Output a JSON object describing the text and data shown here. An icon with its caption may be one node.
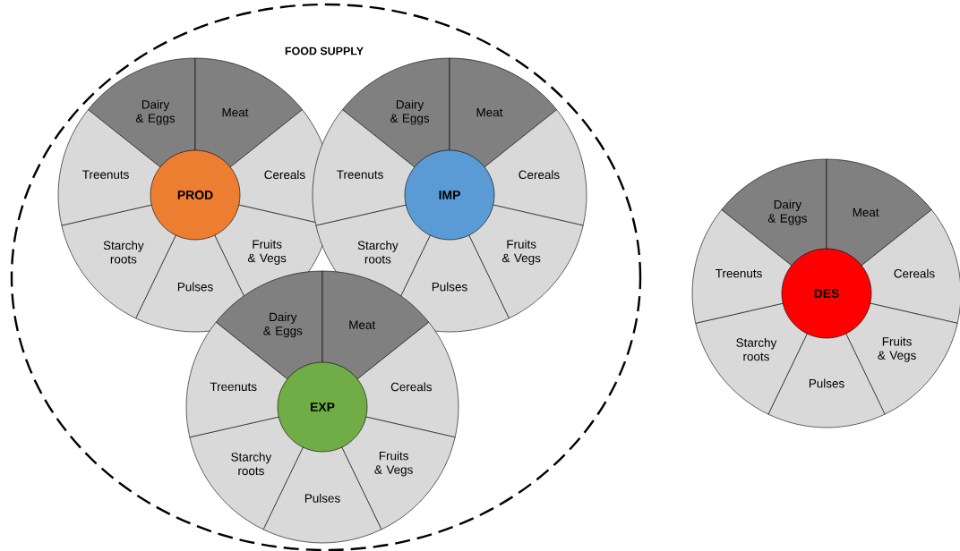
{
  "diagram": {
    "nodes": [
      {
        "text": [
          "FOOD SUPPLY"
        ]
      },
      {
        "text": [
          "PROD"
        ],
        "in": 0
      },
      {
        "text": [
          "Dairy & Eggs"
        ],
        "in": 0
      },
      {
        "text": [
          "Meat"
        ],
        "in": 0
      },
      {
        "text": [
          "Cereals"
        ],
        "in": 0
      },
      {
        "text": [
          "Fruits & Vegs"
        ],
        "in": 0
      },
      {
        "text": [
          "Pulses"
        ],
        "in": 0
      },
      {
        "text": [
          "Starchy roots"
        ],
        "in": 0
      },
      {
        "text": [
          "Treenuts"
        ],
        "in": 0
      },
      {
        "text": [
          "IMP"
        ],
        "in": 0
      },
      {
        "text": [
          "Dairy & Eggs"
        ],
        "in": 0
      },
      {
        "text": [
          "Meat"
        ],
        "in": 0
      },
      {
        "text": [
          "Cereals"
        ],
        "in": 0
      },
      {
        "text": [
          "Fruits & Vegs"
        ],
        "in": 0
      },
      {
        "text": [
          "Pulses"
        ],
        "in": 0
      },
      {
        "text": [
          "Starchy roots"
        ],
        "in": 0
      },
      {
        "text": [
          "Treenuts"
        ],
        "in": 0
      },
      {
        "text": [
          "EXP"
        ],
        "in": 0
      },
      {
        "text": [
          "Dairy & Eggs"
        ],
        "in": 0
      },
      {
        "text": [
          "Meat"
        ],
        "in": 0
      },
      {
        "text": [
          "Cereals"
        ],
        "in": 0
      },
      {
        "text": [
          "Fruits & Vegs"
        ],
        "in": 0
      },
      {
        "text": [
          "Pulses"
        ],
        "in": 0
      },
      {
        "text": [
          "Starchy roots"
        ],
        "in": 0
      },
      {
        "text": [
          "Treenuts"
        ],
        "in": 0
      },
      {
        "text": [
          "DES"
        ]
      },
      {
        "text": [
          "Dairy & Eggs"
        ]
      },
      {
        "text": [
          "Meat"
        ]
      },
      {
        "text": [
          "Cereals"
        ]
      },
      {
        "text": [
          "Fruits & Vegs"
        ]
      },
      {
        "text": [
          "Pulses"
        ]
      },
      {
        "text": [
          "Starchy roots"
        ]
      },
      {
        "text": [
          "Treenuts"
        ]
      }
    ],
    "edges": []
  }
}
